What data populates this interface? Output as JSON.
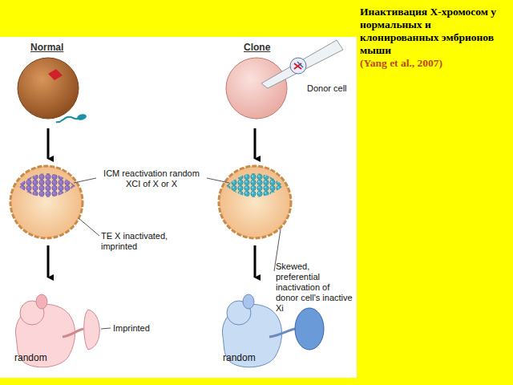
{
  "diagram": {
    "title": "Инактивация Х-хромосом у нормальных и клонированных эмбрионов мыши",
    "labels": [
      "(Yang et al., 2007)",
      "Normal",
      "Clone",
      "Donor cell",
      "ICM reactivation random XCI of X or X",
      "TE X inactivated, imprinted",
      "Skewed, preferential inactivation of donor cell's inactive Xi",
      "Imprinted",
      "random",
      "random"
    ]
  }
}
